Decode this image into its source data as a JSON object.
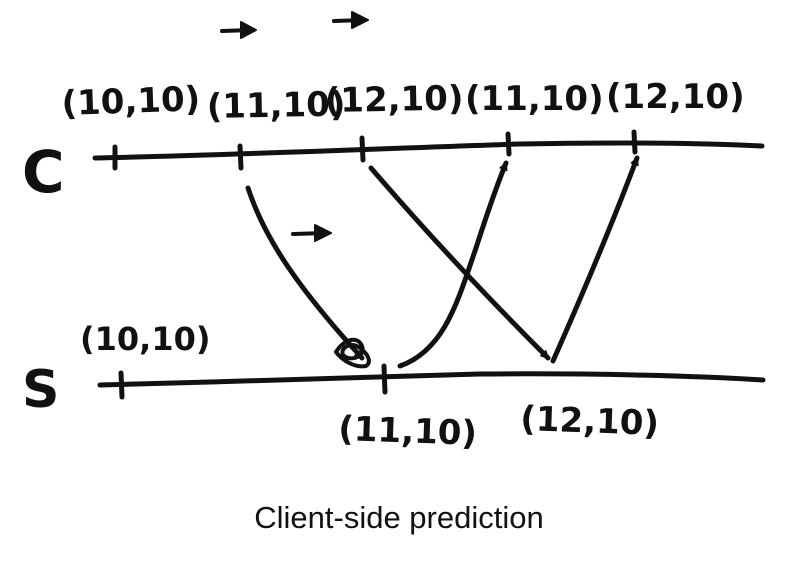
{
  "caption": "Client-side prediction",
  "lanes": {
    "client": {
      "label": "C"
    },
    "server": {
      "label": "S"
    }
  },
  "client_states": {
    "initial": "(10,10)",
    "predicted_1": "(11,10)",
    "predicted_2": "(12,10)",
    "confirmed_1": "(11,10)",
    "confirmed_2": "(12,10)"
  },
  "server_states": {
    "initial": "(10,10)",
    "processed_1": "(11,10)",
    "processed_2": "(12,10)"
  },
  "input_icons": [
    "right-arrow-icon",
    "right-arrow-icon",
    "right-arrow-icon"
  ],
  "ink_color": "#111111"
}
